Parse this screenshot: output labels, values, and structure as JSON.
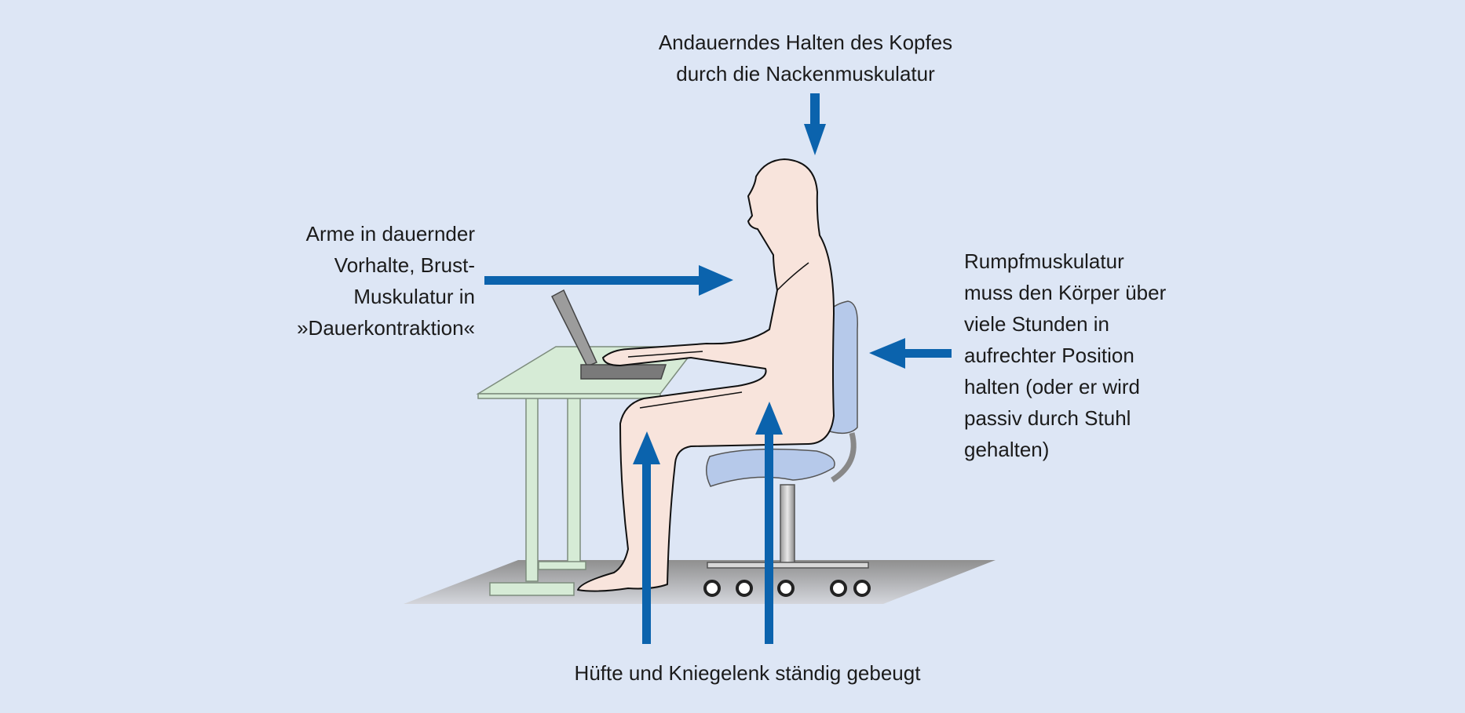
{
  "labels": {
    "neck": [
      "Andauerndes Halten des Kopfes",
      "durch die Nackenmuskulatur"
    ],
    "arms": [
      "Arme in dauernder",
      "Vorhalte, Brust-",
      "Muskulatur in",
      "»Dauerkontraktion«"
    ],
    "trunk": [
      "Rumpfmuskulatur",
      "muss den Körper über",
      "viele Stunden in",
      "aufrechter Position",
      "halten (oder er wird",
      "passiv durch Stuhl",
      "gehalten)"
    ],
    "hip_knee": "Hüfte und Kniegelenk ständig gebeugt"
  },
  "colors": {
    "background": "#dde6f5",
    "arrow": "#0b63ad",
    "skin": "#f8e4dc",
    "desk": "#d6ebd6",
    "chair": "#b6c9ea"
  }
}
